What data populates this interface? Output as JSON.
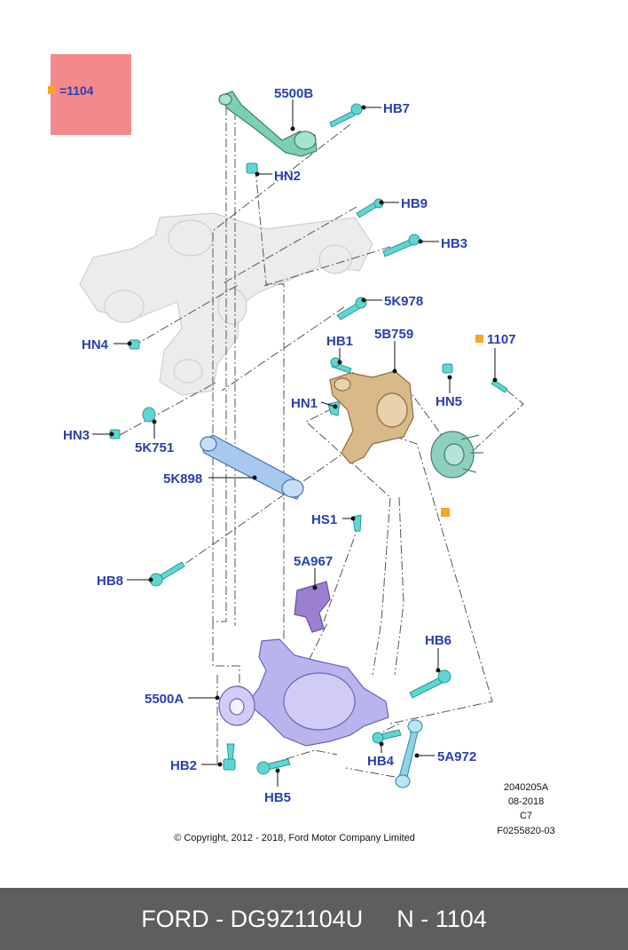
{
  "legend": {
    "label": "=1104"
  },
  "callouts": {
    "c5500B": "5500B",
    "cHB7": "HB7",
    "cHN2": "HN2",
    "cHB9": "HB9",
    "cHB3": "HB3",
    "c5K978": "5K978",
    "cHN4": "HN4",
    "cHB1": "HB1",
    "c5B759": "5B759",
    "c1107": "1107",
    "cHN1": "HN1",
    "cHN5": "HN5",
    "cHN3": "HN3",
    "c5K751": "5K751",
    "c5K898": "5K898",
    "cHS1": "HS1",
    "c5A967": "5A967",
    "cHB8": "HB8",
    "cHB6": "HB6",
    "c5500A": "5500A",
    "cHB2": "HB2",
    "cHB4": "HB4",
    "c5A972": "5A972",
    "cHB5": "HB5"
  },
  "meta": {
    "code": "2040205A",
    "date": "08-2018",
    "rev": "C7",
    "ref": "F0255820-03"
  },
  "copyright": "© Copyright, 2012 - 2018, Ford Motor Company Limited",
  "footer": {
    "part": "FORD - DG9Z1104U",
    "number": "N - 1104"
  },
  "colors": {
    "callout": "#2a3fb0",
    "legend_bg": "#f4898c",
    "marker": "#f5a623",
    "fastener": "#5fd6d2",
    "arm_upper": "#7ccfb2",
    "knuckle": "#d9b98a",
    "hub": "#8ecfc0",
    "arm_lower": "#b9b4ee",
    "bracket": "#9b7fd0",
    "footer_bg": "#5e5e5e"
  }
}
